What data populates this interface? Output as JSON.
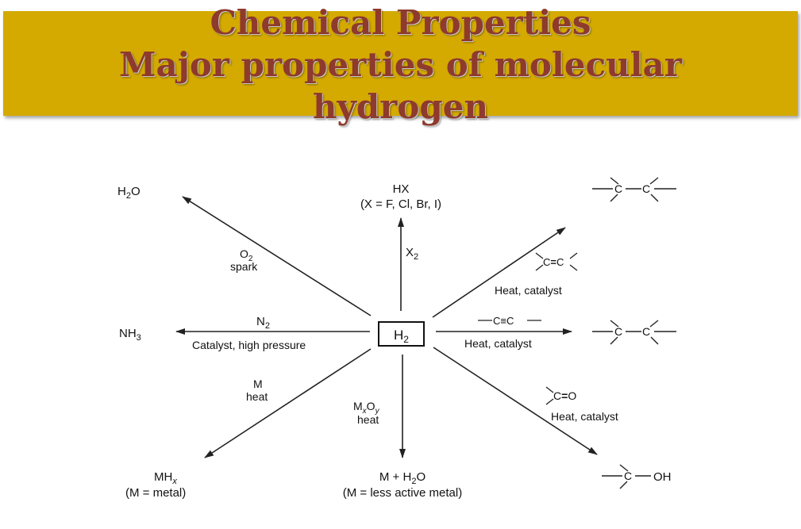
{
  "title": {
    "line1": "Chemical Properties",
    "line2": "Major properties of molecular",
    "line3": "hydrogen"
  },
  "center": {
    "symbol": "H",
    "subscript": "2"
  },
  "products": {
    "water": {
      "main": "H",
      "sub": "2",
      "tail": "O"
    },
    "hydrogen_halide": {
      "line1": "HX",
      "line2": "(X = F, Cl, Br, I)"
    },
    "ammonia": {
      "main": "NH",
      "sub": "3"
    },
    "metal_hydride": {
      "main": "MH",
      "sub": "x",
      "line2": "(M = metal)"
    },
    "metal_water": {
      "main": "M + H",
      "sub": "2",
      "tail": "O",
      "line2": "(M = less active metal)"
    },
    "alcohol": {
      "c": "C",
      "oh": "OH"
    },
    "alkane_from_alkene": {
      "c1": "C",
      "c2": "C"
    },
    "alkane_from_alkyne": {
      "c1": "C",
      "c2": "C"
    }
  },
  "reagents": {
    "oxygen": {
      "main": "O",
      "sub": "2",
      "line2": "spark"
    },
    "halogen": {
      "main": "X",
      "sub": "2"
    },
    "nitrogen": {
      "main": "N",
      "sub": "2",
      "line2": "Catalyst, high pressure"
    },
    "metal": {
      "line1": "M",
      "line2": "heat"
    },
    "metal_oxide": {
      "m": "M",
      "msub": "x",
      "o": "O",
      "osub": "y",
      "line2": "heat"
    },
    "alkene": {
      "c1": "C",
      "bond": "=",
      "c2": "C",
      "line2": "Heat, catalyst"
    },
    "alkyne": {
      "c1": "C",
      "bond": "≡",
      "c2": "C",
      "line2": "Heat, catalyst"
    },
    "carbonyl": {
      "c": "C",
      "bond": "=",
      "o": "O",
      "line2": "Heat, catalyst"
    }
  }
}
